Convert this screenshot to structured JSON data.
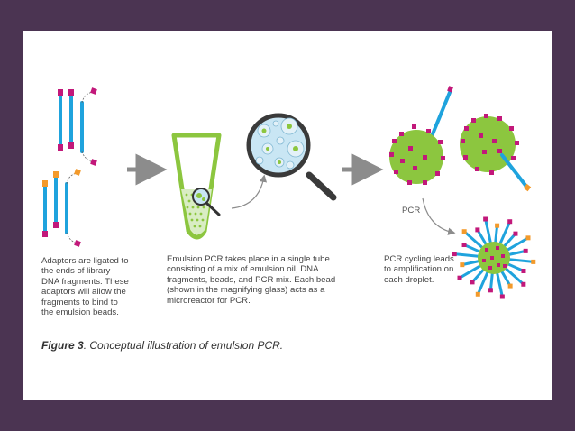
{
  "captions": {
    "adaptors": "Adaptors are ligated to\nthe ends of library\nDNA fragments. These\nadaptors will allow the\nfragments to bind to\nthe emulsion beads.",
    "emulsion": "Emulsion PCR takes place in a single tube\nconsisting of a mix of emulsion oil, DNA\nfragments, beads, and PCR mix. Each bead\n(shown in the magnifying glass) acts as a\nmicroreactor for PCR.",
    "cycling": "PCR cycling leads\nto amplification on\neach droplet."
  },
  "pcr_label": "PCR",
  "figure_caption": {
    "label": "Figure 3",
    "text": ". Conceptual illustration of emulsion PCR."
  },
  "colors": {
    "background": "#4b3452",
    "dna_strand": "#1fa3dd",
    "adaptor_magenta": "#c2187a",
    "adaptor_orange": "#f39a2b",
    "bead_green": "#8cc63f",
    "arrow_gray": "#8c8c8c",
    "droplet_blue": "#c9e6f4"
  }
}
